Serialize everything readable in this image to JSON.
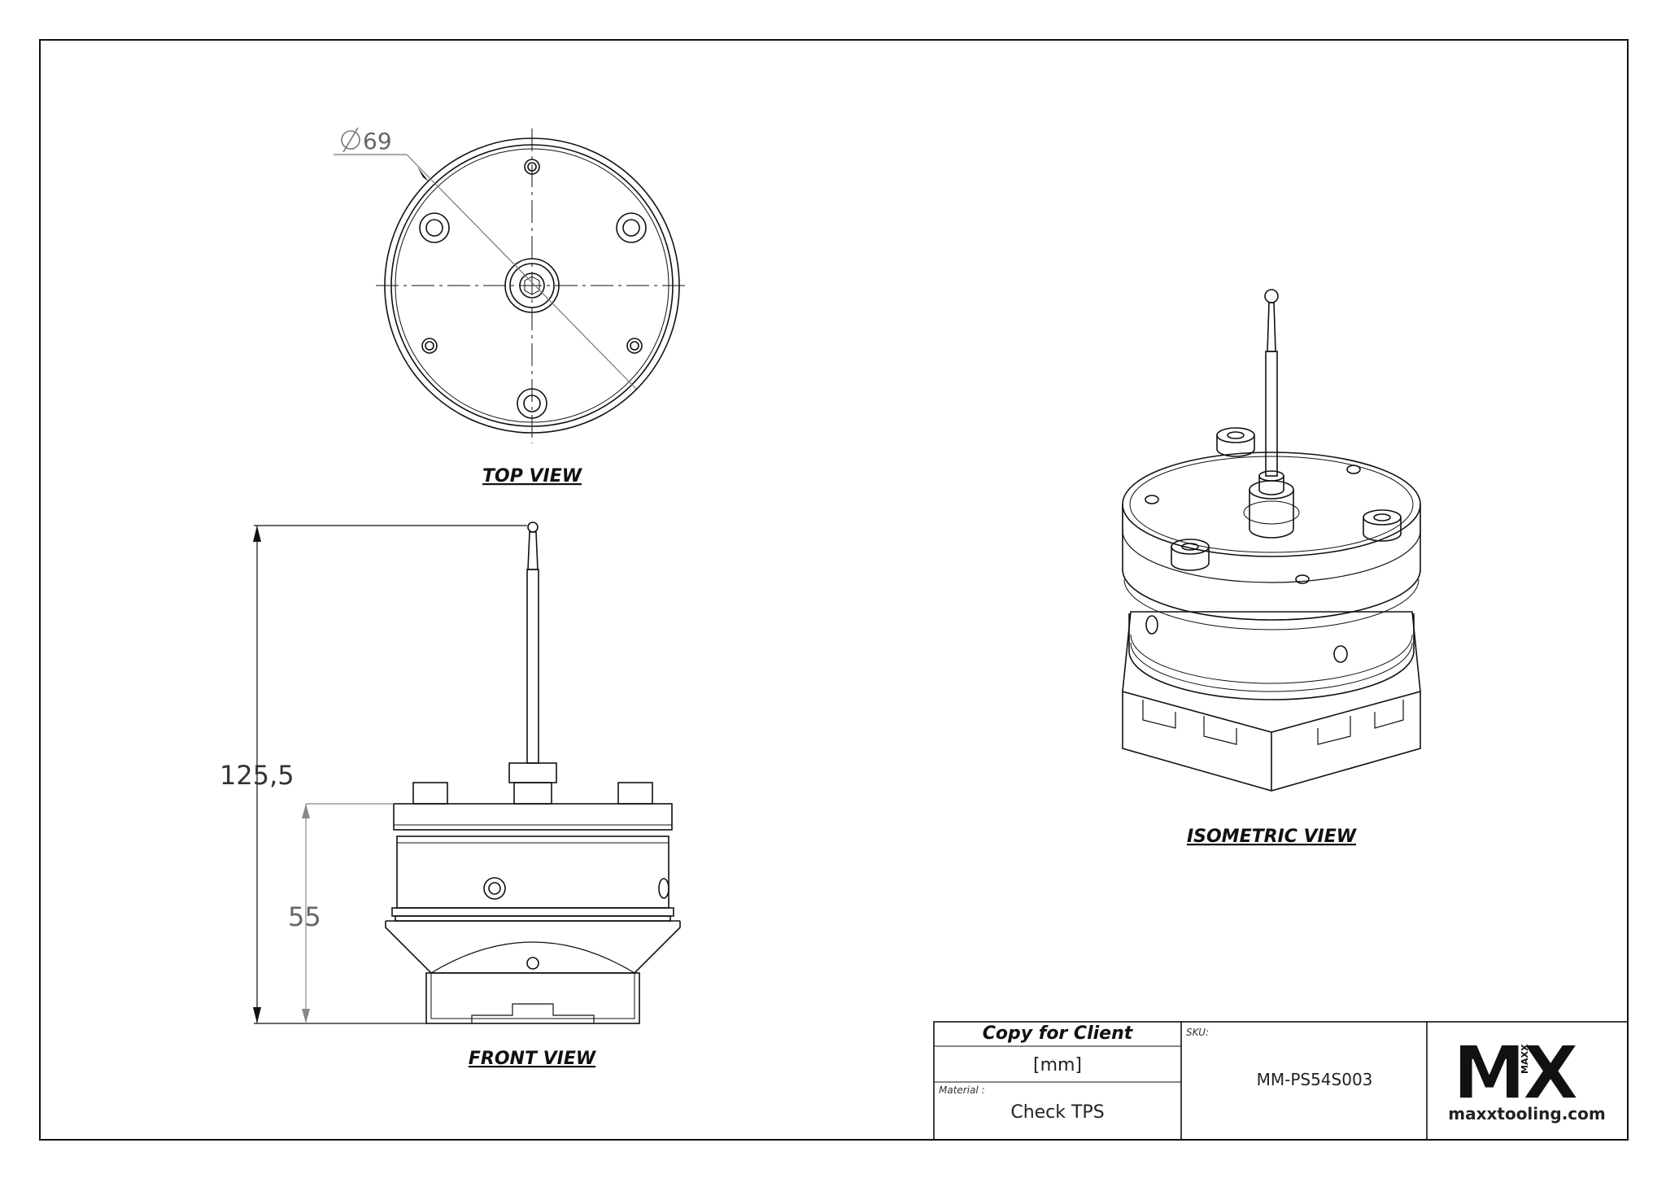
{
  "views": {
    "top": "TOP VIEW",
    "front": "FRONT VIEW",
    "isometric": "ISOMETRIC VIEW"
  },
  "dimensions": {
    "diameter": "69",
    "overall_height": "125,5",
    "body_height": "55"
  },
  "title_block": {
    "heading": "Copy for Client",
    "units": "[mm]",
    "material_label": "Material :",
    "material": "Check TPS",
    "sku_label": "SKU:",
    "sku": "MM-PS54S003",
    "logo_text": "MX",
    "logo_sub": "MAXX",
    "website": "maxxtooling.com"
  },
  "colors": {
    "line": "#111111",
    "dim_line": "#777777"
  }
}
